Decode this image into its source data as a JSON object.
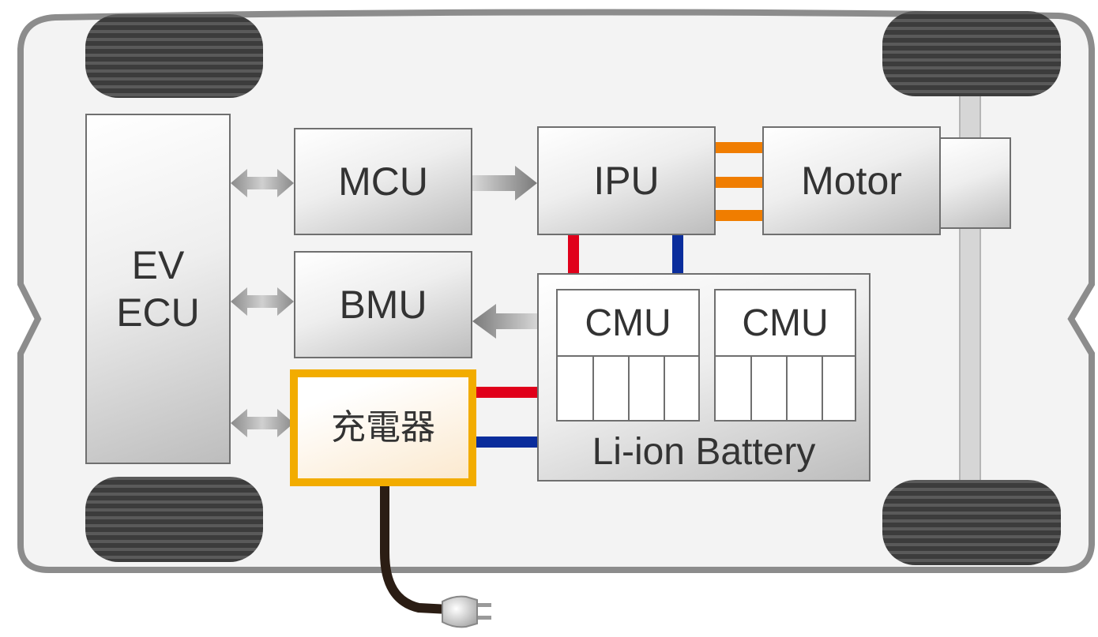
{
  "blocks": {
    "ev_ecu": [
      "EV",
      "ECU"
    ],
    "mcu": "MCU",
    "ipu": "IPU",
    "motor": "Motor",
    "bmu": "BMU",
    "charger": "充電器",
    "battery": "Li-ion Battery",
    "cmu_left": "CMU",
    "cmu_right": "CMU"
  },
  "colors": {
    "charger_border": "#f2ac00",
    "positive_line": "#e0001a",
    "negative_line": "#0a2d9c",
    "motor_link": "#f07d00",
    "cable": "#2b1d14"
  }
}
